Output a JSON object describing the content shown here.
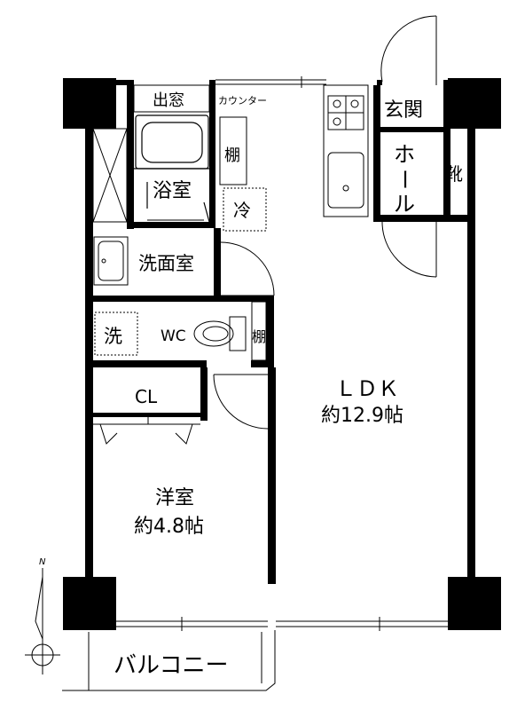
{
  "rooms": {
    "bay_window": "出窓",
    "counter": "カウンター",
    "entrance": "玄関",
    "bathroom": "浴室",
    "shelf_bath": "棚",
    "fridge": "冷",
    "hall": [
      "ホ",
      "ー",
      "ル"
    ],
    "shoe": "靴",
    "washroom": "洗面室",
    "washer": "洗",
    "wc": "WC",
    "shelf_wc": "棚",
    "ldk_name": "ＬＤＫ",
    "ldk_size": "約12.9帖",
    "closet": "CL",
    "western_name": "洋室",
    "western_size": "約4.8帖",
    "balcony": "バルコニー"
  },
  "compass": {
    "north": "N"
  }
}
